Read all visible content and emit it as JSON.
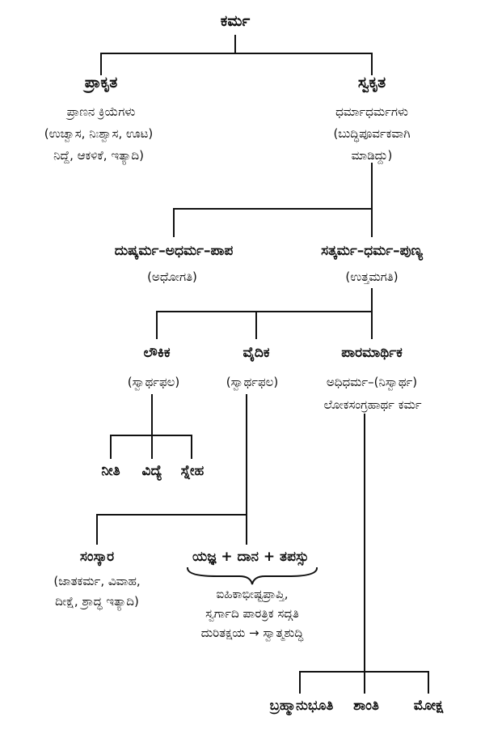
{
  "root": "ಕರ್ಮ",
  "prakrita": {
    "title": "ಪ್ರಾಕೃತ",
    "line1": "ಪ್ರಾಣನ ಕ್ರಿಯೆಗಳು",
    "line2": "(ಉಚ್ವಾಸ, ನಿಃಶ್ವಾಸ, ಊಟ)",
    "line3": "ನಿದ್ದೆ, ಆಕಳಿಕೆ, ಇತ್ಯಾದಿ)"
  },
  "svakrita": {
    "title": "ಸ್ವಕೃತ",
    "line1": "ಧರ್ಮಾಧರ್ಮಗಳು",
    "line2": "(ಬುದ್ಧಿಪೂರ್ವಕವಾಗಿ",
    "line3": "ಮಾಡಿದ್ದು)"
  },
  "dushkarma": {
    "title": "ದುಷ್ಕರ್ಮ–ಅಧರ್ಮ–ಪಾಪ",
    "sub": "(ಅಧೋಗತಿ)"
  },
  "satkarma": {
    "title": "ಸತ್ಕರ್ಮ–ಧರ್ಮ–ಪುಣ್ಯ",
    "sub": "(ಉತ್ತಮಗತಿ)"
  },
  "laukika": {
    "title": "ಲೌಕಿಕ",
    "sub": "(ಸ್ವಾರ್ಥಫಲ)"
  },
  "vaidika": {
    "title": "ವೈದಿಕ",
    "sub": "(ಸ್ವಾರ್ಥಫಲ)"
  },
  "paramarthika": {
    "title": "ಪಾರಮಾರ್ಥಿಕ",
    "line1": "ಅಧಿಧರ್ಮ–(ನಿಸ್ವಾರ್ಥ)",
    "line2": "ಲೋಕಸಂಗ್ರಹಾರ್ಥ ಕರ್ಮ"
  },
  "laukika_children": [
    "ನೀತಿ",
    "ವಿದ್ಯೆ",
    "ಸ್ನೇಹ"
  ],
  "samskara": {
    "title": "ಸಂಸ್ಕಾರ",
    "line1": "(ಜಾತಕರ್ಮ, ವಿವಾಹ,",
    "line2": "ದೀಕ್ಷೆ, ಶ್ರಾದ್ಧ ಇತ್ಯಾದಿ)"
  },
  "yajna": {
    "title": "ಯಜ್ಞ + ದಾನ + ತಪಸ್ಸು",
    "line1": "ಐಹಿಕಾಭೀಷ್ಟಪ್ರಾಪ್ತಿ,",
    "line2": "ಸ್ವರ್ಗಾದಿ ಪಾರತ್ರಿಕ ಸದ್ಗತಿ",
    "line3": "ದುರಿತಕ್ಷಯ → ಸ್ವಾತ್ಮಶುದ್ಧಿ"
  },
  "final_children": [
    "ಬ್ರಹ್ಮಾನುಭೂತಿ",
    "ಶಾಂತಿ",
    "ಮೋಕ್ಷ"
  ]
}
